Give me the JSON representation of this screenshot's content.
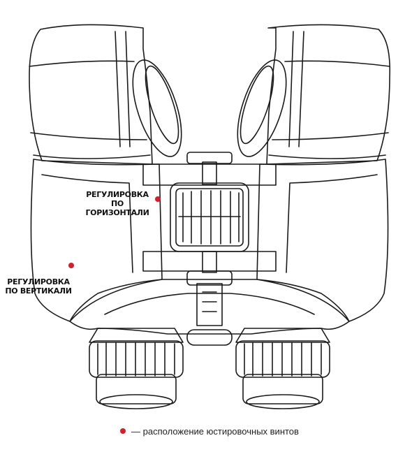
{
  "labels": {
    "horizontal": {
      "line1": "РЕГУЛИРОВКА",
      "line2": "ПО ГОРИЗОНТАЛИ"
    },
    "vertical": {
      "line1": "РЕГУЛИРОВКА",
      "line2": "ПО ВЕРТИКАЛИ"
    }
  },
  "legend": {
    "text": "— расположение юстировочных винтов"
  },
  "colors": {
    "marker": "#d3202c",
    "line": "#1a1a1a"
  },
  "icons": {
    "marker": "red-dot-icon"
  }
}
